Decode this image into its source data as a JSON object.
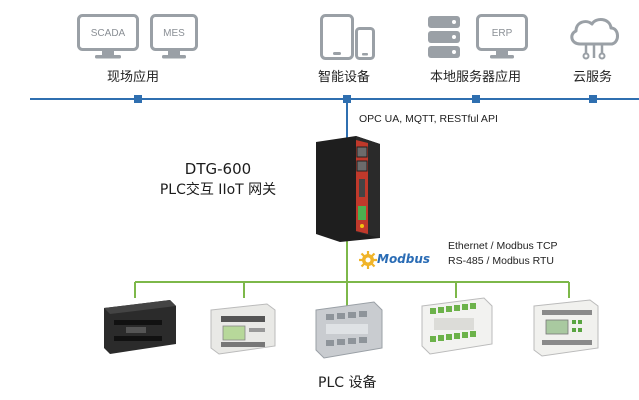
{
  "colors": {
    "bus_line": "#2f6fb0",
    "field_line": "#7db84a",
    "icon_gray": "#9aa0a6",
    "node": "#2f6fb0"
  },
  "top": {
    "groups": [
      {
        "label": "现场应用",
        "screens": [
          "SCADA",
          "MES"
        ],
        "icons": [
          "monitor-icon",
          "monitor-icon"
        ]
      },
      {
        "label": "智能设备",
        "icons": [
          "tablet-icon",
          "phone-icon"
        ]
      },
      {
        "label": "本地服务器应用",
        "screens": [
          "ERP"
        ],
        "icons": [
          "database-icon",
          "monitor-icon"
        ]
      },
      {
        "label": "云服务",
        "icons": [
          "cloud-icon"
        ]
      }
    ]
  },
  "gateway": {
    "name": "DTG-600",
    "subtitle": "PLC交互  IIoT 网关",
    "upstream_protocols": "OPC UA, MQTT, RESTful API",
    "downstream_protocols": [
      "Ethernet / Modbus TCP",
      "RS-485 / Modbus RTU"
    ],
    "modbus_logo": "Modbus"
  },
  "plc": {
    "label": "PLC 设备",
    "device_count": 5,
    "icons": [
      "plc-device-icon",
      "plc-device-icon",
      "plc-device-icon",
      "plc-device-icon",
      "plc-device-icon"
    ]
  }
}
